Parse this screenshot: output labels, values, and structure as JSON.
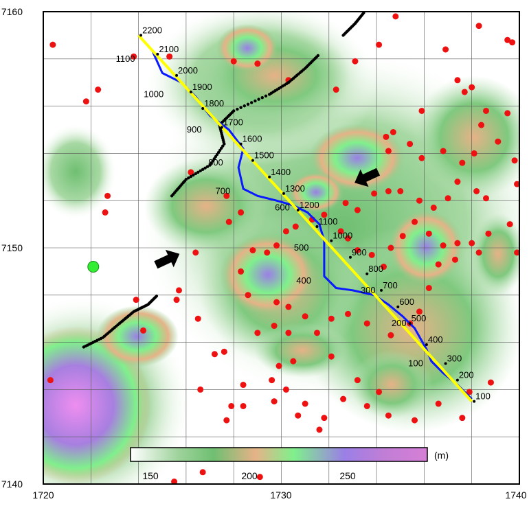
{
  "axes": {
    "x_ticks": [
      "1720",
      "1730",
      "1740"
    ],
    "y_ticks": [
      "7160",
      "7150",
      "7140"
    ],
    "x_range": [
      1720,
      1740
    ],
    "y_range": [
      7140,
      7160
    ]
  },
  "colorbar": {
    "unit": "(m)",
    "tick_labels": [
      "150",
      "200",
      "250"
    ]
  },
  "yellow_line": {
    "color": "#ffff00",
    "start": [
      1724.0,
      7159.0
    ],
    "end": [
      1738.0,
      7143.5
    ]
  },
  "yellow_labels": [
    {
      "text": "2200",
      "x": 1724.1,
      "y": 7159.0
    },
    {
      "text": "2100",
      "x": 1724.8,
      "y": 7158.2
    },
    {
      "text": "2000",
      "x": 1725.6,
      "y": 7157.3
    },
    {
      "text": "1900",
      "x": 1726.2,
      "y": 7156.6
    },
    {
      "text": "1800",
      "x": 1726.7,
      "y": 7155.9
    },
    {
      "text": "1700",
      "x": 1727.5,
      "y": 7155.1
    },
    {
      "text": "1600",
      "x": 1728.3,
      "y": 7154.4
    },
    {
      "text": "1500",
      "x": 1728.8,
      "y": 7153.7
    },
    {
      "text": "1400",
      "x": 1729.5,
      "y": 7153.0
    },
    {
      "text": "1300",
      "x": 1730.1,
      "y": 7152.3
    },
    {
      "text": "1200",
      "x": 1730.7,
      "y": 7151.6
    },
    {
      "text": "1100",
      "x": 1731.5,
      "y": 7150.9
    },
    {
      "text": "1000",
      "x": 1732.1,
      "y": 7150.3
    },
    {
      "text": "900",
      "x": 1732.9,
      "y": 7149.6
    },
    {
      "text": "800",
      "x": 1733.6,
      "y": 7148.9
    },
    {
      "text": "700",
      "x": 1734.2,
      "y": 7148.2
    },
    {
      "text": "600",
      "x": 1734.9,
      "y": 7147.5
    },
    {
      "text": "500",
      "x": 1735.4,
      "y": 7146.8
    },
    {
      "text": "400",
      "x": 1736.1,
      "y": 7145.9
    },
    {
      "text": "300",
      "x": 1736.9,
      "y": 7145.1
    },
    {
      "text": "200",
      "x": 1737.4,
      "y": 7144.4
    },
    {
      "text": "100",
      "x": 1738.1,
      "y": 7143.5
    }
  ],
  "blue_labels": [
    {
      "text": "1100",
      "x": 1724.0,
      "y": 7158.0
    },
    {
      "text": "1000",
      "x": 1725.2,
      "y": 7156.5
    },
    {
      "text": "900",
      "x": 1726.8,
      "y": 7155.0
    },
    {
      "text": "800",
      "x": 1727.7,
      "y": 7153.6
    },
    {
      "text": "700",
      "x": 1728.0,
      "y": 7152.4
    },
    {
      "text": "600",
      "x": 1730.5,
      "y": 7151.7
    },
    {
      "text": "500",
      "x": 1731.3,
      "y": 7150.0
    },
    {
      "text": "400",
      "x": 1731.4,
      "y": 7148.6
    },
    {
      "text": "300",
      "x": 1734.1,
      "y": 7148.2
    },
    {
      "text": "200",
      "x": 1735.4,
      "y": 7146.8
    },
    {
      "text": "100",
      "x": 1736.1,
      "y": 7145.1
    }
  ],
  "blue_track": {
    "color": "#0a1aff",
    "points": [
      [
        1724.6,
        7158.3
      ],
      [
        1725.0,
        7157.4
      ],
      [
        1725.8,
        7157.0
      ],
      [
        1726.4,
        7156.4
      ],
      [
        1727.0,
        7155.6
      ],
      [
        1727.8,
        7155.0
      ],
      [
        1728.4,
        7154.2
      ],
      [
        1728.2,
        7153.4
      ],
      [
        1728.4,
        7152.5
      ],
      [
        1729.0,
        7152.2
      ],
      [
        1729.8,
        7152.0
      ],
      [
        1730.5,
        7151.8
      ],
      [
        1731.1,
        7151.5
      ],
      [
        1731.6,
        7151.0
      ],
      [
        1731.8,
        7150.3
      ],
      [
        1731.8,
        7149.5
      ],
      [
        1731.8,
        7148.8
      ],
      [
        1732.3,
        7148.3
      ],
      [
        1733.0,
        7148.2
      ],
      [
        1733.9,
        7148.0
      ],
      [
        1734.5,
        7147.6
      ],
      [
        1735.1,
        7147.1
      ],
      [
        1735.6,
        7146.6
      ],
      [
        1736.1,
        7145.7
      ],
      [
        1736.3,
        7145.2
      ],
      [
        1736.8,
        7144.7
      ],
      [
        1737.4,
        7144.2
      ],
      [
        1738.0,
        7143.6
      ]
    ]
  },
  "black_lines": [
    {
      "points": [
        [
          1721.7,
          7145.8
        ],
        [
          1722.5,
          7146.2
        ],
        [
          1723.2,
          7146.8
        ],
        [
          1723.8,
          7147.3
        ],
        [
          1724.4,
          7147.6
        ],
        [
          1724.8,
          7148.0
        ]
      ]
    },
    {
      "points": [
        [
          1725.4,
          7152.2
        ],
        [
          1726.0,
          7152.9
        ],
        [
          1727.0,
          7153.5
        ],
        [
          1727.6,
          7154.4
        ],
        [
          1727.4,
          7155.2
        ],
        [
          1728.0,
          7155.8
        ],
        [
          1729.5,
          7156.5
        ],
        [
          1730.3,
          7157.0
        ],
        [
          1731.0,
          7157.6
        ],
        [
          1731.6,
          7158.2
        ]
      ]
    },
    {
      "points": [
        [
          1732.6,
          7159.0
        ],
        [
          1733.1,
          7159.5
        ],
        [
          1733.5,
          7160.0
        ]
      ]
    }
  ],
  "arrows": [
    {
      "name": "arrow-lower-left",
      "x": 1725.2,
      "y": 7149.5,
      "direction": "east"
    },
    {
      "name": "arrow-upper-right",
      "x": 1733.6,
      "y": 7153.0,
      "direction": "west"
    }
  ],
  "green_marker": {
    "x": 1722.1,
    "y": 7149.2,
    "color": "#33ee33"
  },
  "red_points": [
    [
      1720.4,
      7158.6
    ],
    [
      1721.8,
      7156.2
    ],
    [
      1722.3,
      7156.7
    ],
    [
      1723.8,
      7158.1
    ],
    [
      1725.3,
      7158.1
    ],
    [
      1728.0,
      7157.9
    ],
    [
      1729.0,
      7157.8
    ],
    [
      1730.3,
      7157.1
    ],
    [
      1732.3,
      7156.7
    ],
    [
      1733.1,
      7157.9
    ],
    [
      1734.1,
      7158.6
    ],
    [
      1734.8,
      7159.8
    ],
    [
      1736.9,
      7158.4
    ],
    [
      1737.4,
      7157.1
    ],
    [
      1737.7,
      7156.6
    ],
    [
      1738.0,
      7156.8
    ],
    [
      1738.3,
      7159.4
    ],
    [
      1739.5,
      7158.8
    ],
    [
      1739.7,
      7158.7
    ],
    [
      1739.5,
      7155.7
    ],
    [
      1738.6,
      7155.8
    ],
    [
      1738.4,
      7155.2
    ],
    [
      1735.9,
      7155.8
    ],
    [
      1734.7,
      7154.9
    ],
    [
      1734.4,
      7154.7
    ],
    [
      1734.5,
      7154.1
    ],
    [
      1735.4,
      7154.4
    ],
    [
      1735.9,
      7153.8
    ],
    [
      1736.8,
      7154.1
    ],
    [
      1737.6,
      7153.6
    ],
    [
      1738.1,
      7154.0
    ],
    [
      1739.1,
      7154.5
    ],
    [
      1739.8,
      7153.7
    ],
    [
      1739.9,
      7152.7
    ],
    [
      1738.6,
      7152.1
    ],
    [
      1738.2,
      7152.4
    ],
    [
      1737.4,
      7152.8
    ],
    [
      1737.0,
      7152.1
    ],
    [
      1736.4,
      7151.7
    ],
    [
      1735.8,
      7152.0
    ],
    [
      1735.0,
      7152.4
    ],
    [
      1734.5,
      7152.4
    ],
    [
      1733.9,
      7152.3
    ],
    [
      1733.2,
      7151.6
    ],
    [
      1732.7,
      7151.9
    ],
    [
      1731.8,
      7151.4
    ],
    [
      1731.3,
      7151.2
    ],
    [
      1730.6,
      7150.9
    ],
    [
      1730.2,
      7150.7
    ],
    [
      1729.8,
      7150.1
    ],
    [
      1729.4,
      7149.8
    ],
    [
      1728.8,
      7149.9
    ],
    [
      1728.3,
      7149.0
    ],
    [
      1728.6,
      7148.0
    ],
    [
      1729.8,
      7147.7
    ],
    [
      1730.3,
      7147.5
    ],
    [
      1731.0,
      7147.1
    ],
    [
      1731.5,
      7146.4
    ],
    [
      1732.1,
      7147.0
    ],
    [
      1732.8,
      7147.2
    ],
    [
      1733.6,
      7146.8
    ],
    [
      1734.6,
      7146.3
    ],
    [
      1735.4,
      7146.8
    ],
    [
      1735.8,
      7147.3
    ],
    [
      1736.2,
      7148.3
    ],
    [
      1736.6,
      7149.3
    ],
    [
      1737.3,
      7149.5
    ],
    [
      1738.3,
      7149.8
    ],
    [
      1739.9,
      7149.8
    ],
    [
      1739.6,
      7151.0
    ],
    [
      1738.7,
      7150.6
    ],
    [
      1738.0,
      7150.2
    ],
    [
      1737.4,
      7150.2
    ],
    [
      1736.8,
      7150.1
    ],
    [
      1736.2,
      7150.6
    ],
    [
      1735.6,
      7151.1
    ],
    [
      1735.1,
      7150.5
    ],
    [
      1734.6,
      7150.0
    ],
    [
      1734.3,
      7149.2
    ],
    [
      1733.8,
      7149.7
    ],
    [
      1733.2,
      7149.9
    ],
    [
      1732.8,
      7150.4
    ],
    [
      1732.5,
      7150.7
    ],
    [
      1728.3,
      7151.5
    ],
    [
      1727.8,
      7151.1
    ],
    [
      1727.7,
      7152.2
    ],
    [
      1726.2,
      7153.2
    ],
    [
      1726.4,
      7149.8
    ],
    [
      1725.7,
      7148.2
    ],
    [
      1725.6,
      7147.8
    ],
    [
      1726.5,
      7147.0
    ],
    [
      1724.2,
      7146.5
    ],
    [
      1722.7,
      7152.2
    ],
    [
      1722.6,
      7151.5
    ],
    [
      1723.9,
      7147.8
    ],
    [
      1727.2,
      7145.5
    ],
    [
      1726.6,
      7144.0
    ],
    [
      1727.9,
      7143.3
    ],
    [
      1728.4,
      7144.2
    ],
    [
      1729.6,
      7144.4
    ],
    [
      1730.2,
      7144.0
    ],
    [
      1731.0,
      7143.4
    ],
    [
      1731.8,
      7142.8
    ],
    [
      1732.6,
      7143.6
    ],
    [
      1733.6,
      7143.3
    ],
    [
      1734.5,
      7142.9
    ],
    [
      1735.6,
      7142.7
    ],
    [
      1736.6,
      7143.4
    ],
    [
      1737.6,
      7142.8
    ],
    [
      1738.8,
      7144.3
    ],
    [
      1737.9,
      7143.9
    ],
    [
      1729.0,
      7146.4
    ],
    [
      1729.7,
      7146.7
    ],
    [
      1730.3,
      7146.4
    ],
    [
      1730.5,
      7145.2
    ],
    [
      1729.9,
      7145.0
    ],
    [
      1729.7,
      7143.5
    ],
    [
      1728.4,
      7143.3
    ],
    [
      1727.7,
      7142.7
    ],
    [
      1730.7,
      7142.9
    ],
    [
      1731.6,
      7142.3
    ],
    [
      1733.2,
      7144.4
    ],
    [
      1734.1,
      7143.9
    ],
    [
      1729.1,
      7140.3
    ],
    [
      1726.7,
      7140.5
    ],
    [
      1725.5,
      7140.1
    ],
    [
      1720.3,
      7144.4
    ],
    [
      1727.6,
      7145.6
    ],
    [
      1732.1,
      7145.4
    ]
  ]
}
